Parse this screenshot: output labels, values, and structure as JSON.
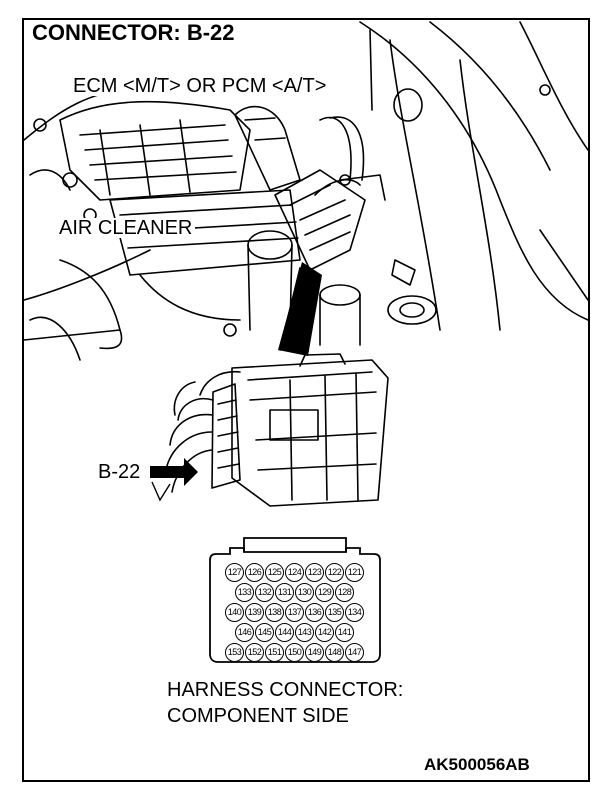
{
  "title": "CONNECTOR: B-22",
  "labels": {
    "ecm": "ECM <M/T> OR PCM <A/T>",
    "air_cleaner": "AIR CLEANER",
    "connector_callout": "B-22"
  },
  "harness_caption": {
    "line1": "HARNESS CONNECTOR:",
    "line2": "COMPONENT SIDE"
  },
  "figure_code": "AK500056AB",
  "connector_pins": {
    "rows": [
      [
        "127",
        "126",
        "125",
        "124",
        "123",
        "122",
        "121"
      ],
      [
        "133",
        "132",
        "131",
        "130",
        "129",
        "128"
      ],
      [
        "140",
        "139",
        "138",
        "137",
        "136",
        "135",
        "134"
      ],
      [
        "146",
        "145",
        "144",
        "143",
        "142",
        "141"
      ],
      [
        "153",
        "152",
        "151",
        "150",
        "149",
        "148",
        "147"
      ]
    ]
  }
}
